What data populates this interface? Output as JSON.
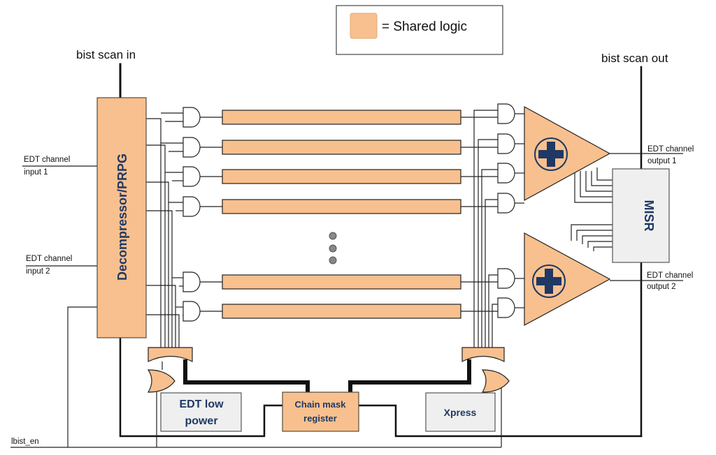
{
  "legend": {
    "text": "= Shared logic",
    "swatch_color": "#f8c08e"
  },
  "labels": {
    "bist_scan_in": "bist scan in",
    "bist_scan_out": "bist scan out",
    "edt_in1_line1": "EDT channel",
    "edt_in1_line2": "input 1",
    "edt_in2_line1": "EDT channel",
    "edt_in2_line2": "input 2",
    "edt_out1_line1": "EDT channel",
    "edt_out1_line2": "output 1",
    "edt_out2_line1": "EDT channel",
    "edt_out2_line2": "output 2",
    "lbist_en": "lbist_en"
  },
  "blocks": {
    "decompressor": "Decompressor/PRPG",
    "misr": "MISR",
    "edt_low_power_line1": "EDT low",
    "edt_low_power_line2": "power",
    "chain_mask_line1": "Chain mask",
    "chain_mask_line2": "register",
    "xpress": "Xpress"
  },
  "colors": {
    "shared": "#f8c08e",
    "shared_stroke": "#5a4a3a",
    "gray_block": "#efefef",
    "navy": "#1f3864",
    "wire": "#111111"
  },
  "icons": {
    "compactor_symbol": "plus-circle-icon",
    "ellipsis": "vertical-dots-icon"
  }
}
